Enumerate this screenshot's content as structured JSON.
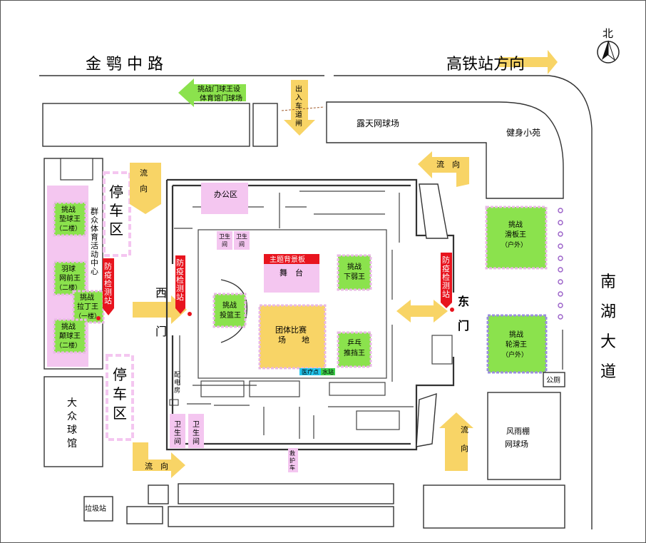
{
  "north_label": "北",
  "roads": {
    "north_road": "金 鹗 中 路",
    "high_speed": "高铁站方向",
    "east_road": [
      "南",
      "湖",
      "大",
      "道"
    ]
  },
  "gates": {
    "west": [
      "西",
      "门"
    ],
    "east": [
      "东",
      "门"
    ],
    "entrance_lane": [
      "出",
      "入",
      "车",
      "道",
      "闸"
    ]
  },
  "flow_label": [
    "流",
    "向"
  ],
  "flow_label_h": "流　向",
  "parking": [
    "停",
    "车",
    "区"
  ],
  "checkpoint": [
    "防",
    "疫",
    "检",
    "测",
    "站"
  ],
  "facilities": {
    "goal_king": "挑战门球王设\n体育馆门球场",
    "outdoor_tennis": "露天网球场",
    "fitness": "健身小苑",
    "office": "办公区",
    "toilet": [
      "卫",
      "生",
      "间"
    ],
    "stage_banner": "主题背景板",
    "stage": "舞　台",
    "mass_center": [
      "群",
      "众",
      "体",
      "育",
      "活",
      "动",
      "中",
      "心"
    ],
    "team_venue_1": "团体比赛",
    "team_venue_2": "场　　地",
    "medical": "医疗点",
    "water": "水站",
    "power_room": [
      "配",
      "电",
      "房"
    ],
    "public_toilet": "公厕",
    "canopy_court_1": "风雨棚",
    "canopy_court_2": "网球场",
    "garbage": "垃圾站",
    "ambulance": [
      "救",
      "护",
      "车"
    ],
    "dazhong_gym": [
      "大",
      "众",
      "球",
      "馆"
    ]
  },
  "challenges": {
    "dianqiu": [
      "挑战",
      "垫球王",
      "（二楼）"
    ],
    "badminton": [
      "羽球",
      "网前王",
      "（二楼）"
    ],
    "latin": [
      "挑战",
      "拉丁王",
      "（一楼）"
    ],
    "dianqiu2": [
      "挑战",
      "颠球王",
      "（二楼）"
    ],
    "basket": [
      "挑战",
      "投篮王"
    ],
    "chess": [
      "挑战",
      "下弱王"
    ],
    "pingpong": [
      "乒乓",
      "推挡王"
    ],
    "skate": [
      "挑战",
      "滑板王",
      "（户外）"
    ],
    "roller": [
      "挑战",
      "轮滑王",
      "（户外）"
    ]
  },
  "colors": {
    "pink": "#f4c6f0",
    "green": "#8be24d",
    "yellow": "#f8d466",
    "red": "#e8141e",
    "cyan": "#22c8f0",
    "purple": "#9b8ee0"
  }
}
